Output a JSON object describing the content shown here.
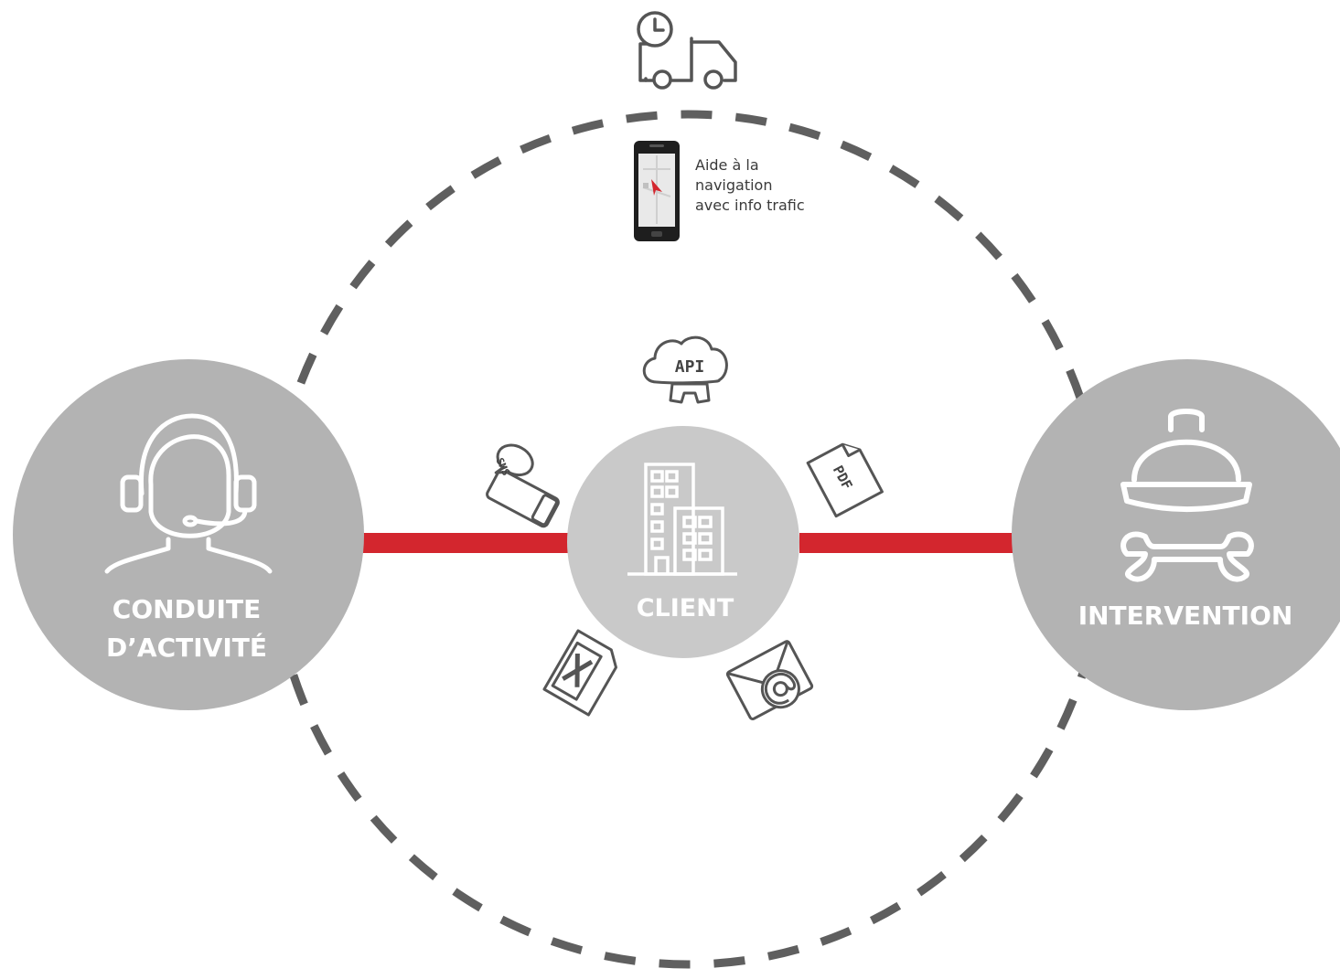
{
  "nodes": {
    "left": {
      "line1": "CONDUITE",
      "line2": "D’ACTIVITÉ",
      "icon": "headset-operator-icon"
    },
    "center": {
      "label": "CLIENT",
      "icon": "building-icon"
    },
    "right": {
      "label": "INTERVENTION",
      "icon": "hardhat-wrench-icon"
    }
  },
  "navigation": {
    "line1": "Aide à la",
    "line2": "navigation",
    "line3": "avec info trafic"
  },
  "channels": [
    {
      "text": "API",
      "icon": "api-cloud-gear-icon"
    },
    {
      "text": "SMS",
      "icon": "sms-phone-icon"
    },
    {
      "text": "PDF",
      "icon": "pdf-file-icon"
    },
    {
      "text": "",
      "icon": "excel-file-icon"
    },
    {
      "text": "",
      "icon": "email-at-icon"
    }
  ],
  "top_icon": "delivery-truck-clock-icon",
  "colors": {
    "circle_grey": "#b3b3b3",
    "center_grey": "#c9c9c9",
    "connector_red": "#d3262e",
    "dash_grey": "#5f5f5f"
  }
}
